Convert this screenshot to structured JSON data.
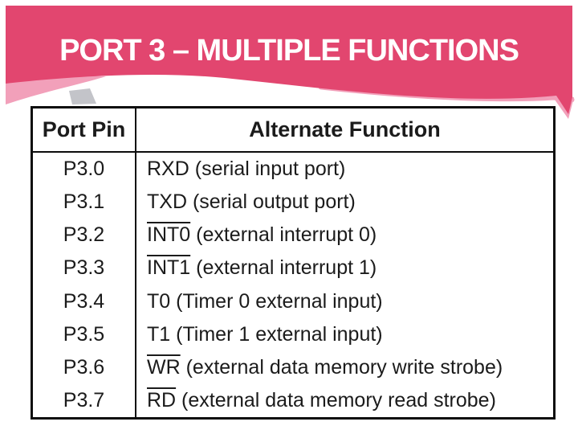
{
  "slide": {
    "title": "PORT 3 – MULTIPLE FUNCTIONS",
    "colors": {
      "band": "#E2466F",
      "band_light": "#F2A0BA",
      "shadow": "#B9BAC0",
      "table_border": "#0D0D0D",
      "text": "#1B1B1B",
      "title_text": "#FFFFFF"
    }
  },
  "table": {
    "headers": [
      "Port Pin",
      "Alternate Function"
    ],
    "rows": [
      {
        "pin": "P3.0",
        "mnemonic": "RXD",
        "overline": false,
        "desc": " (serial input port)"
      },
      {
        "pin": "P3.1",
        "mnemonic": "TXD",
        "overline": false,
        "desc": " (serial output port)"
      },
      {
        "pin": "P3.2",
        "mnemonic": "INT0",
        "overline": true,
        "desc": " (external interrupt 0)"
      },
      {
        "pin": "P3.3",
        "mnemonic": "INT1",
        "overline": true,
        "desc": " (external interrupt 1)"
      },
      {
        "pin": "P3.4",
        "mnemonic": "T0",
        "overline": false,
        "desc": " (Timer 0 external input)"
      },
      {
        "pin": "P3.5",
        "mnemonic": "T1",
        "overline": false,
        "desc": " (Timer 1 external input)"
      },
      {
        "pin": "P3.6",
        "mnemonic": "WR",
        "overline": true,
        "desc": " (external data memory write strobe)"
      },
      {
        "pin": "P3.7",
        "mnemonic": "RD",
        "overline": true,
        "desc": " (external data memory read strobe)"
      }
    ]
  }
}
